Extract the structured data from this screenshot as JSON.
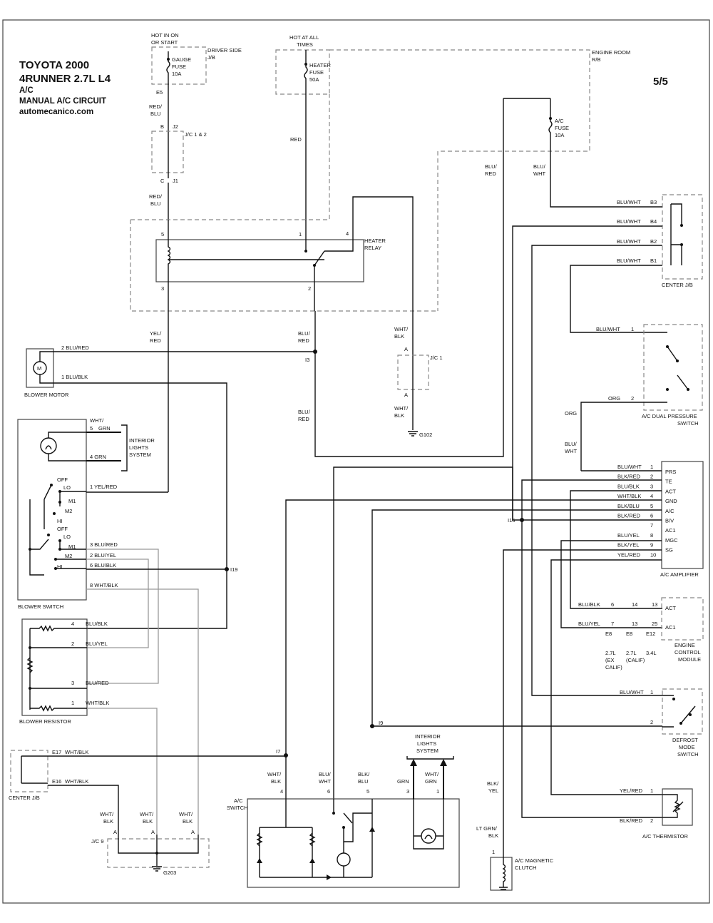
{
  "title": {
    "line1": "TOYOTA 2000",
    "line2": "4RUNNER   2.7L  L4",
    "line3": "A/C",
    "line4": "MANUAL A/C CIRCUIT",
    "line5": "automecanico.com"
  },
  "page": "5/5",
  "top": {
    "hot_in_on_1": "HOT IN ON",
    "hot_in_on_2": "OR START",
    "driver_jb_1": "DRIVER SIDE",
    "driver_jb_2": "J/B",
    "gauge_fuse_1": "GAUGE",
    "gauge_fuse_2": "FUSE",
    "gauge_fuse_3": "10A",
    "hot_all_1": "HOT AT ALL",
    "hot_all_2": "TIMES",
    "heater_fuse_1": "HEATER",
    "heater_fuse_2": "FUSE",
    "heater_fuse_3": "50A",
    "engine_rb_1": "ENGINE ROOM",
    "engine_rb_2": "R/B",
    "ac_fuse_1": "A/C",
    "ac_fuse_2": "FUSE",
    "ac_fuse_3": "10A"
  },
  "labels": {
    "e5": "E5",
    "red_blu": "RED/",
    "blu": "BLU",
    "b": "B",
    "j2": "J2",
    "jc12": "J/C 1 & 2",
    "c": "C",
    "j1": "J1",
    "red": "RED",
    "blu_slash": "BLU/",
    "red_only": "RED",
    "wht": "WHT",
    "pin5": "5",
    "pin1": "1",
    "pin4": "4",
    "pin3": "3",
    "pin2": "2",
    "heater_relay_1": "HEATER",
    "heater_relay_2": "RELAY",
    "yel_slash": "YEL/",
    "wht_slash": "WHT/",
    "blk": "BLK",
    "i3": "I3",
    "jc1": "J/C 1",
    "a": "A",
    "g102": "G102",
    "blower_motor": "BLOWER MOTOR",
    "m": "M",
    "bm_2": "2  BLU/RED",
    "bm_1": "1  BLU/BLK",
    "interior_1": "INTERIOR",
    "interior_2": "LIGHTS",
    "interior_3": "SYSTEM",
    "grn": "GRN",
    "wht_grn_slash": "WHT/",
    "bs_5": "5",
    "bs_4": "4  GRN",
    "bs_1": "1  YEL/RED",
    "off": "OFF",
    "lo": "LO",
    "m1": "M1",
    "m2": "M2",
    "hi": "HI",
    "bs_3": "3  BLU/RED",
    "bs_2": "2  BLU/YEL",
    "bs_6": "6  BLU/BLK",
    "bs_8": "8  WHT/BLK",
    "i19": "I19",
    "blower_switch": "BLOWER SWITCH",
    "br_4": "4",
    "br_2": "2",
    "br_3": "3",
    "br_1": "1",
    "blu_blk": "BLU/BLK",
    "blu_yel": "BLU/YEL",
    "blu_red": "BLU/RED",
    "wht_blk": "WHT/BLK",
    "blower_resistor": "BLOWER RESISTOR",
    "e17": "E17",
    "e16": "E16",
    "center_jb": "CENTER J/B",
    "i7": "I7",
    "jc9": "J/C 9",
    "g203": "G203",
    "center_jb_r": "CENTER J/B",
    "b3": "B3",
    "b4": "B4",
    "b2": "B2",
    "b1": "B1",
    "blu_wht": "BLU/WHT",
    "org": "ORG",
    "dual_1": "A/C DUAL PRESSURE",
    "dual_2": "SWITCH",
    "amp_title": "A/C AMPLIFIER",
    "amp_pins": [
      "PRS",
      "TE",
      "ACT",
      "GND",
      "A/C",
      "B/V",
      "AC1",
      "MGC",
      "SG"
    ],
    "amp_wires": [
      "BLU/WHT",
      "BLK/RED",
      "BLU/BLK",
      "WHT/BLK",
      "BLK/BLU",
      "BLK/RED",
      "",
      "BLU/YEL",
      "BLK/YEL",
      "YEL/RED"
    ],
    "amp_nums": [
      "1",
      "2",
      "3",
      "4",
      "5",
      "6",
      "7",
      "8",
      "9",
      "10"
    ],
    "i15": "I15",
    "i9": "I9",
    "ecm_act": "ACT",
    "ecm_ac1": "AC1",
    "ecm_r1": "BLU/BLK",
    "ecm_r2": "BLU/YEL",
    "ecm_n1": [
      "6",
      "14",
      "13"
    ],
    "ecm_n2": [
      "7",
      "13",
      "25"
    ],
    "ecm_conn": [
      "E8",
      "E8",
      "E12"
    ],
    "ecm_e1": [
      "2.7L",
      "(EX",
      "CALIF)"
    ],
    "ecm_e2": [
      "2.7L",
      "(CALIF)"
    ],
    "ecm_e3": [
      "3.4L"
    ],
    "ecm_title": [
      "ENGINE",
      "CONTROL",
      "MODULE"
    ],
    "defrost_title": [
      "DEFROST",
      "MODE",
      "SWITCH"
    ],
    "df_1": "1",
    "df_2": "2",
    "thermo": "A/C THERMISTOR",
    "yel_red": "YEL/RED",
    "blk_red": "BLK/RED",
    "blk_yel": "BLK/",
    "yel": "YEL",
    "lt_grn": "LT GRN/",
    "clutch_1": "A/C MAGNETIC",
    "clutch_2": "CLUTCH",
    "ac_switch_1": "A/C",
    "ac_switch_2": "SWITCH",
    "acs_4": "4",
    "acs_6": "6",
    "acs_5": "5",
    "acs_3": "3",
    "acs_1": "1",
    "blk_slash": "BLK/"
  }
}
